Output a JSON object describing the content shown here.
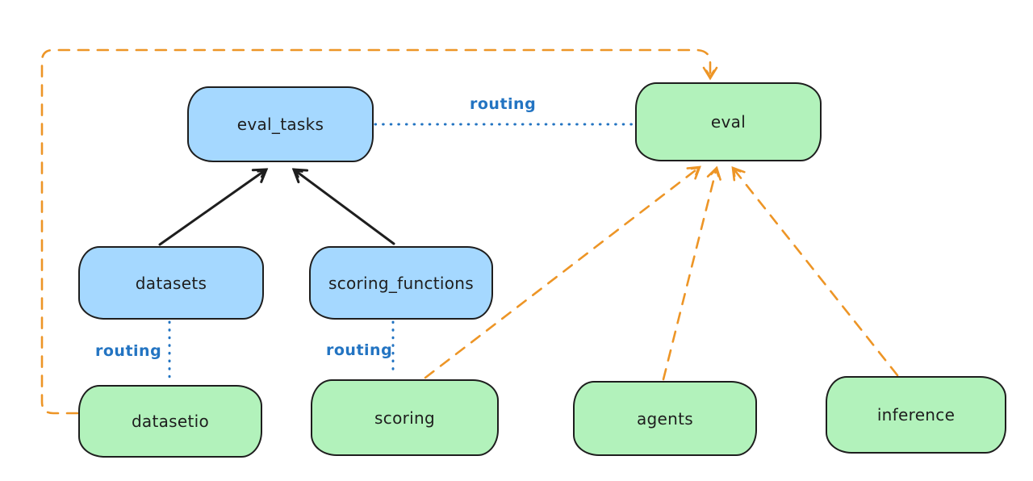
{
  "nodes": {
    "eval_tasks": {
      "label": "eval_tasks",
      "fill": "#a5d8ff"
    },
    "eval": {
      "label": "eval",
      "fill": "#b2f2bb"
    },
    "datasets": {
      "label": "datasets",
      "fill": "#a5d8ff"
    },
    "scoring_functions": {
      "label": "scoring_functions",
      "fill": "#a5d8ff"
    },
    "datasetio": {
      "label": "datasetio",
      "fill": "#b2f2bb"
    },
    "scoring": {
      "label": "scoring",
      "fill": "#b2f2bb"
    },
    "agents": {
      "label": "agents",
      "fill": "#b2f2bb"
    },
    "inference": {
      "label": "inference",
      "fill": "#b2f2bb"
    }
  },
  "edges": [
    {
      "from": "datasets",
      "to": "eval_tasks",
      "style": "solid-arrow",
      "color": "#1e1e1e"
    },
    {
      "from": "scoring_functions",
      "to": "eval_tasks",
      "style": "solid-arrow",
      "color": "#1e1e1e"
    },
    {
      "from": "eval_tasks",
      "to": "eval",
      "style": "dotted",
      "color": "#2374c2",
      "label": "routing"
    },
    {
      "from": "datasets",
      "to": "datasetio",
      "style": "dotted",
      "color": "#2374c2",
      "label": "routing"
    },
    {
      "from": "scoring_functions",
      "to": "scoring",
      "style": "dotted",
      "color": "#2374c2",
      "label": "routing"
    },
    {
      "from": "datasetio",
      "to": "eval",
      "style": "dashed-arrow",
      "color": "#ed9526"
    },
    {
      "from": "scoring",
      "to": "eval",
      "style": "dashed-arrow",
      "color": "#ed9526"
    },
    {
      "from": "agents",
      "to": "eval",
      "style": "dashed-arrow",
      "color": "#ed9526"
    },
    {
      "from": "inference",
      "to": "eval",
      "style": "dashed-arrow",
      "color": "#ed9526"
    }
  ],
  "colors": {
    "blue_node_fill": "#a5d8ff",
    "green_node_fill": "#b2f2bb",
    "node_stroke": "#1e1e1e",
    "routing_blue": "#2374c2",
    "arrow_orange": "#ed9526",
    "background": "#ffffff"
  }
}
